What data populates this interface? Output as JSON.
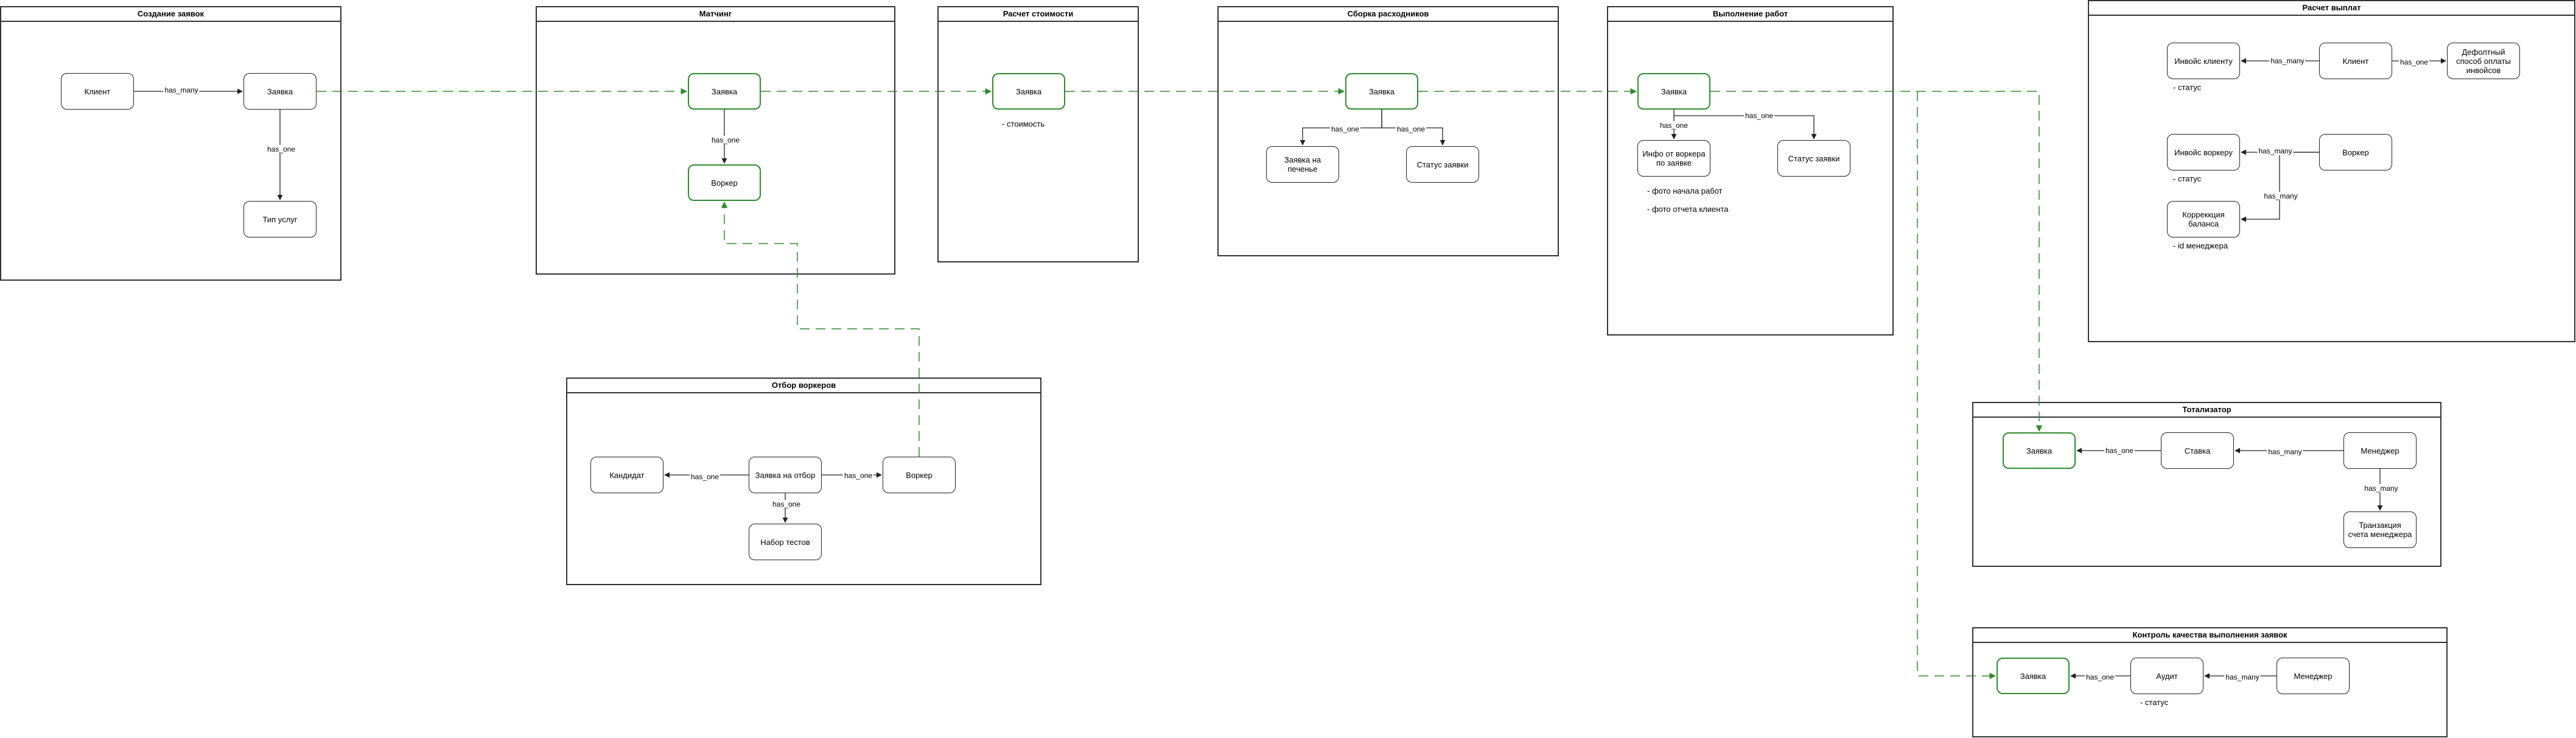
{
  "frames": {
    "creation": "Создание заявок",
    "matching": "Матчинг",
    "cost": "Расчет стоимости",
    "expenses": "Сборка расходников",
    "execution": "Выполнение работ",
    "payouts": "Расчет выплат",
    "selection": "Отбор воркеров",
    "totalizator": "Тотализатор",
    "quality": "Контроль качества выполнения заявок"
  },
  "nodes": {
    "creation_client": "Клиент",
    "creation_order": "Заявка",
    "creation_services": "Тип услуг",
    "matching_order": "Заявка",
    "matching_worker": "Воркер",
    "cost_order": "Заявка",
    "expenses_order": "Заявка",
    "expenses_print": "Заявка на печенье",
    "expenses_status": "Статус заявки",
    "exec_order": "Заявка",
    "exec_info": "Инфо от воркера по заявке",
    "exec_status": "Статус заявки",
    "pay_invoice_client": "Инвойс клиенту",
    "pay_client": "Клиент",
    "pay_default_method": "Дефолтный способ оплаты инвойсов",
    "pay_invoice_worker": "Инвойс воркеру",
    "pay_worker": "Воркер",
    "pay_balance_corr": "Корреккция баланса",
    "sel_candidate": "Кандидат",
    "sel_request": "Заявка на отбор",
    "sel_worker": "Воркер",
    "sel_tests": "Набор тестов",
    "tot_order": "Заявка",
    "tot_bet": "Ставка",
    "tot_manager": "Менеджер",
    "tot_transaction": "Транзакция счета менеджера",
    "qc_order": "Заявка",
    "qc_audit": "Аудит",
    "qc_manager": "Менеджер"
  },
  "notes": {
    "cost": "- стоимость",
    "exec_photo_start": "- фото начала работ",
    "exec_photo_report": "- фото отчета клиента",
    "pay_status_client": "- статус",
    "pay_status_worker": "- статус",
    "pay_manager_id": "- id менеджера",
    "qc_status": "- статус"
  },
  "edges": {
    "has_many": "has_many",
    "has_one": "has_one"
  },
  "colors": {
    "green": "#2e8b2e",
    "dash": "#2e8b2e",
    "line": "#222222"
  }
}
